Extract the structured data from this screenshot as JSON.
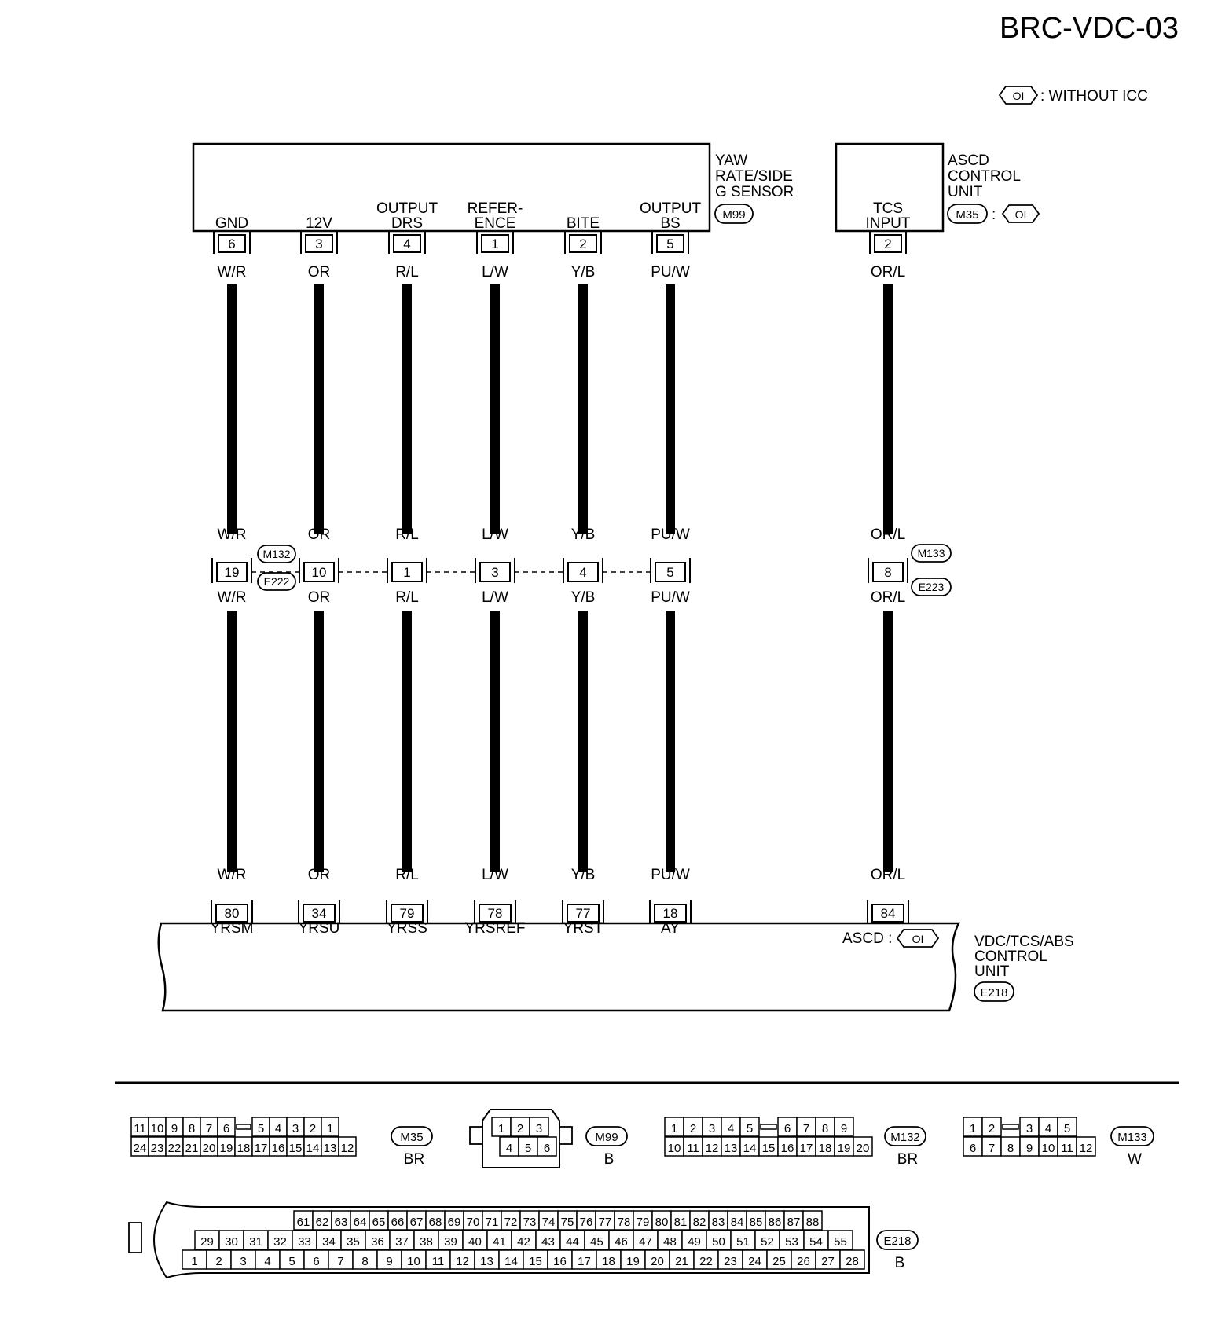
{
  "page_id": "BRC-VDC-03",
  "legend": {
    "tag": "OI",
    "text": ": WITHOUT ICC"
  },
  "yaw_sensor": {
    "name_lines": [
      "YAW",
      "RATE/SIDE",
      "G SENSOR"
    ],
    "connector": "M99"
  },
  "ascd_unit": {
    "name_lines": [
      "ASCD",
      "CONTROL",
      "UNIT"
    ],
    "connector": "M35",
    "colon": ":",
    "tag": "OI"
  },
  "vdc_unit": {
    "name_lines": [
      "VDC/TCS/ABS",
      "CONTROL",
      "UNIT"
    ],
    "connector": "E218",
    "ascd_label": "ASCD :",
    "tag": "OI"
  },
  "joint_connectors": {
    "left_top": "M132",
    "left_bottom": "E222",
    "right_top": "M133",
    "right_bottom": "E223"
  },
  "circuits": [
    {
      "top_func": [
        "",
        "GND"
      ],
      "top_pin": "6",
      "color": "W/R",
      "joint_pin": "19",
      "bottom_pin": "80",
      "bottom_func": "YRSM"
    },
    {
      "top_func": [
        "",
        "12V"
      ],
      "top_pin": "3",
      "color": "OR",
      "joint_pin": "10",
      "bottom_pin": "34",
      "bottom_func": "YRSU"
    },
    {
      "top_func": [
        "OUTPUT",
        "DRS"
      ],
      "top_pin": "4",
      "color": "R/L",
      "joint_pin": "1",
      "bottom_pin": "79",
      "bottom_func": "YRSS"
    },
    {
      "top_func": [
        "REFER-",
        "ENCE"
      ],
      "top_pin": "1",
      "color": "L/W",
      "joint_pin": "3",
      "bottom_pin": "78",
      "bottom_func": "YRSREF"
    },
    {
      "top_func": [
        "",
        "BITE"
      ],
      "top_pin": "2",
      "color": "Y/B",
      "joint_pin": "4",
      "bottom_pin": "77",
      "bottom_func": "YRST"
    },
    {
      "top_func": [
        "OUTPUT",
        "BS"
      ],
      "top_pin": "5",
      "color": "PU/W",
      "joint_pin": "5",
      "bottom_pin": "18",
      "bottom_func": "AY"
    },
    {
      "top_func": [
        "TCS",
        "INPUT"
      ],
      "top_pin": "2",
      "color": "OR/L",
      "joint_pin": "8",
      "bottom_pin": "84",
      "bottom_func": ""
    }
  ],
  "connector_faces": [
    {
      "id": "M35",
      "color": "BR",
      "top": [
        "11",
        "10",
        "9",
        "8",
        "7",
        "6",
        "",
        "5",
        "4",
        "3",
        "2",
        "1"
      ],
      "bottom": [
        "24",
        "23",
        "22",
        "21",
        "20",
        "19",
        "18",
        "17",
        "16",
        "15",
        "14",
        "13",
        "12"
      ]
    },
    {
      "id": "M99",
      "color": "B",
      "top": [
        "1",
        "2",
        "3"
      ],
      "bottom": [
        "4",
        "5",
        "6"
      ]
    },
    {
      "id": "M132",
      "color": "BR",
      "top": [
        "1",
        "2",
        "3",
        "4",
        "5",
        "",
        "6",
        "7",
        "8",
        "9"
      ],
      "bottom": [
        "10",
        "11",
        "12",
        "13",
        "14",
        "15",
        "16",
        "17",
        "18",
        "19",
        "20"
      ]
    },
    {
      "id": "M133",
      "color": "W",
      "top": [
        "1",
        "2",
        "",
        "3",
        "4",
        "5"
      ],
      "bottom": [
        "6",
        "7",
        "8",
        "9",
        "10",
        "11",
        "12"
      ]
    },
    {
      "id": "E218",
      "color": "B",
      "row1": [
        "61",
        "62",
        "63",
        "64",
        "65",
        "66",
        "67",
        "68",
        "69",
        "70",
        "71",
        "72",
        "73",
        "74",
        "75",
        "76",
        "77",
        "78",
        "79",
        "80",
        "81",
        "82",
        "83",
        "84",
        "85",
        "86",
        "87",
        "88"
      ],
      "row2": [
        "29",
        "30",
        "31",
        "32",
        "33",
        "34",
        "35",
        "36",
        "37",
        "38",
        "39",
        "40",
        "41",
        "42",
        "43",
        "44",
        "45",
        "46",
        "47",
        "48",
        "49",
        "50",
        "51",
        "52",
        "53",
        "54",
        "55"
      ],
      "row3": [
        "1",
        "2",
        "3",
        "4",
        "5",
        "6",
        "7",
        "8",
        "9",
        "10",
        "11",
        "12",
        "13",
        "14",
        "15",
        "16",
        "17",
        "18",
        "19",
        "20",
        "21",
        "22",
        "23",
        "24",
        "25",
        "26",
        "27",
        "28"
      ]
    }
  ]
}
